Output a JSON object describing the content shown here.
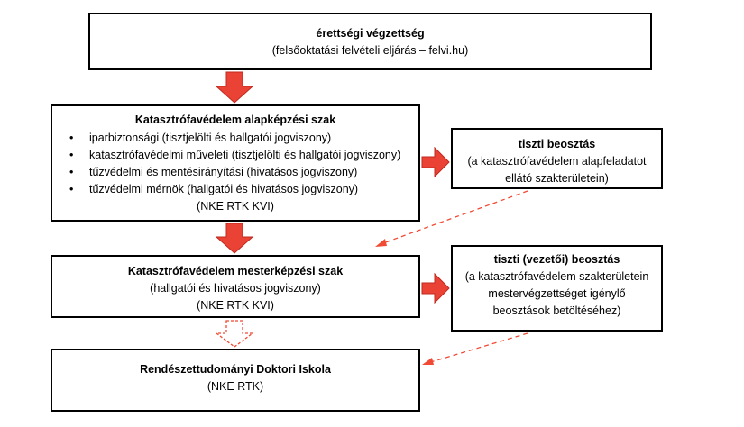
{
  "nodes": {
    "entry": {
      "title": "érettségi végzettség",
      "subtitle": "(felsőoktatási felvételi eljárás – felvi.hu)"
    },
    "bachelor": {
      "title": "Katasztrófavédelem alapképzési szak",
      "items": [
        "iparbiztonsági (tisztjelölti és hallgatói jogviszony)",
        "katasztrófavédelmi műveleti (tisztjelölti és hallgatói jogviszony)",
        "tűzvédelmi és mentésirányítási (hivatásos jogviszony)",
        "tűzvédelmi mérnök (hallgatói és hivatásos jogviszony)"
      ],
      "institution": "(NKE RTK KVI)"
    },
    "officer": {
      "title": "tiszti beosztás",
      "lines": [
        "(a katasztrófavédelem alapfeladatot",
        "ellátó szakterületein)"
      ]
    },
    "master": {
      "title": "Katasztrófavédelem mesterképzési szak",
      "line": "(hallgatói és hivatásos jogviszony)",
      "institution": "(NKE RTK KVI)"
    },
    "senior_officer": {
      "title": "tiszti (vezetői) beosztás",
      "lines": [
        "(a katasztrófavédelem szakterületein",
        "mestervégzettséget igénylő",
        "beosztások betöltéséhez)"
      ]
    },
    "doctoral": {
      "title": "Rendészettudományi Doktori Iskola",
      "institution": "(NKE RTK)"
    }
  },
  "colors": {
    "arrow_fill": "#ea4335",
    "arrow_stroke": "#c0281e",
    "dashed_arrow": "#f04a35",
    "border": "#000000"
  },
  "bullet_symbol": "•"
}
